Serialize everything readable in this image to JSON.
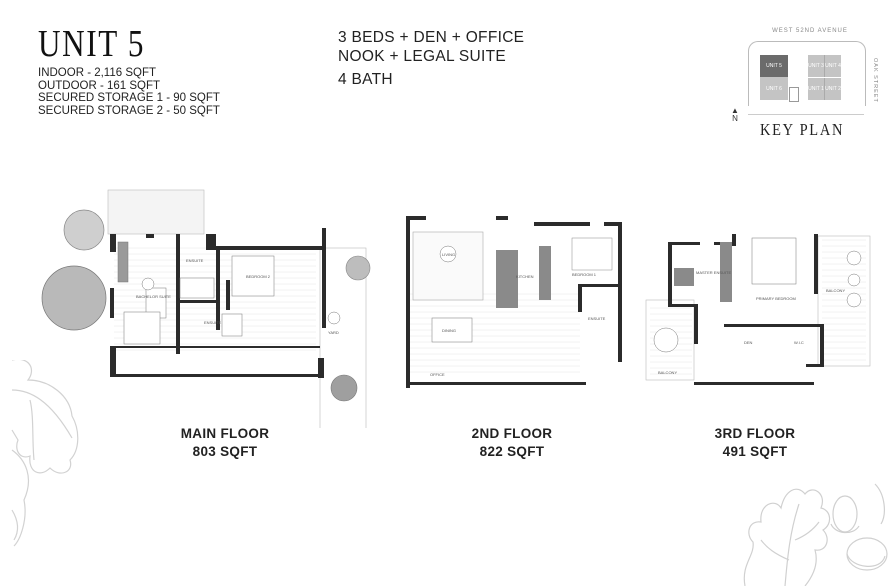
{
  "unit": {
    "title": "UNIT 5",
    "stats": [
      "INDOOR - 2,116 SQFT",
      "OUTDOOR - 161 SQFT",
      "SECURED STORAGE 1 - 90 SQFT",
      "SECURED STORAGE 2  - 50 SQFT"
    ]
  },
  "summary": {
    "line1": "3 BEDS + DEN + OFFICE",
    "line2": "NOOK + LEGAL SUITE",
    "line3": "4 BATH"
  },
  "key_plan": {
    "title": "KEY PLAN",
    "street_top": "WEST 52ND AVENUE",
    "street_right": "OAK STREET",
    "north": "N",
    "units": [
      "UNIT 5",
      "UNIT 6",
      "UNIT 3",
      "UNIT 4",
      "UNIT 1",
      "UNIT 2"
    ],
    "highlight_color": "#6b6b6b",
    "other_color": "#c4c4c4"
  },
  "floors": [
    {
      "name": "MAIN FLOOR",
      "area": "803 SQFT",
      "rooms": [
        "BACHELOR SUITE",
        "ENSUITE",
        "ENSUITE",
        "BEDROOM 2",
        "YARD"
      ]
    },
    {
      "name": "2ND FLOOR",
      "area": "822 SQFT",
      "rooms": [
        "LIVING",
        "DINING",
        "KITCHEN",
        "BEDROOM 1",
        "ENSUITE",
        "OFFICE"
      ]
    },
    {
      "name": "3RD FLOOR",
      "area": "491 SQFT",
      "rooms": [
        "MASTER ENSUITE",
        "PRIMARY BEDROOM",
        "BALCONY",
        "BALCONY",
        "DEN",
        "W.I.C"
      ]
    }
  ]
}
